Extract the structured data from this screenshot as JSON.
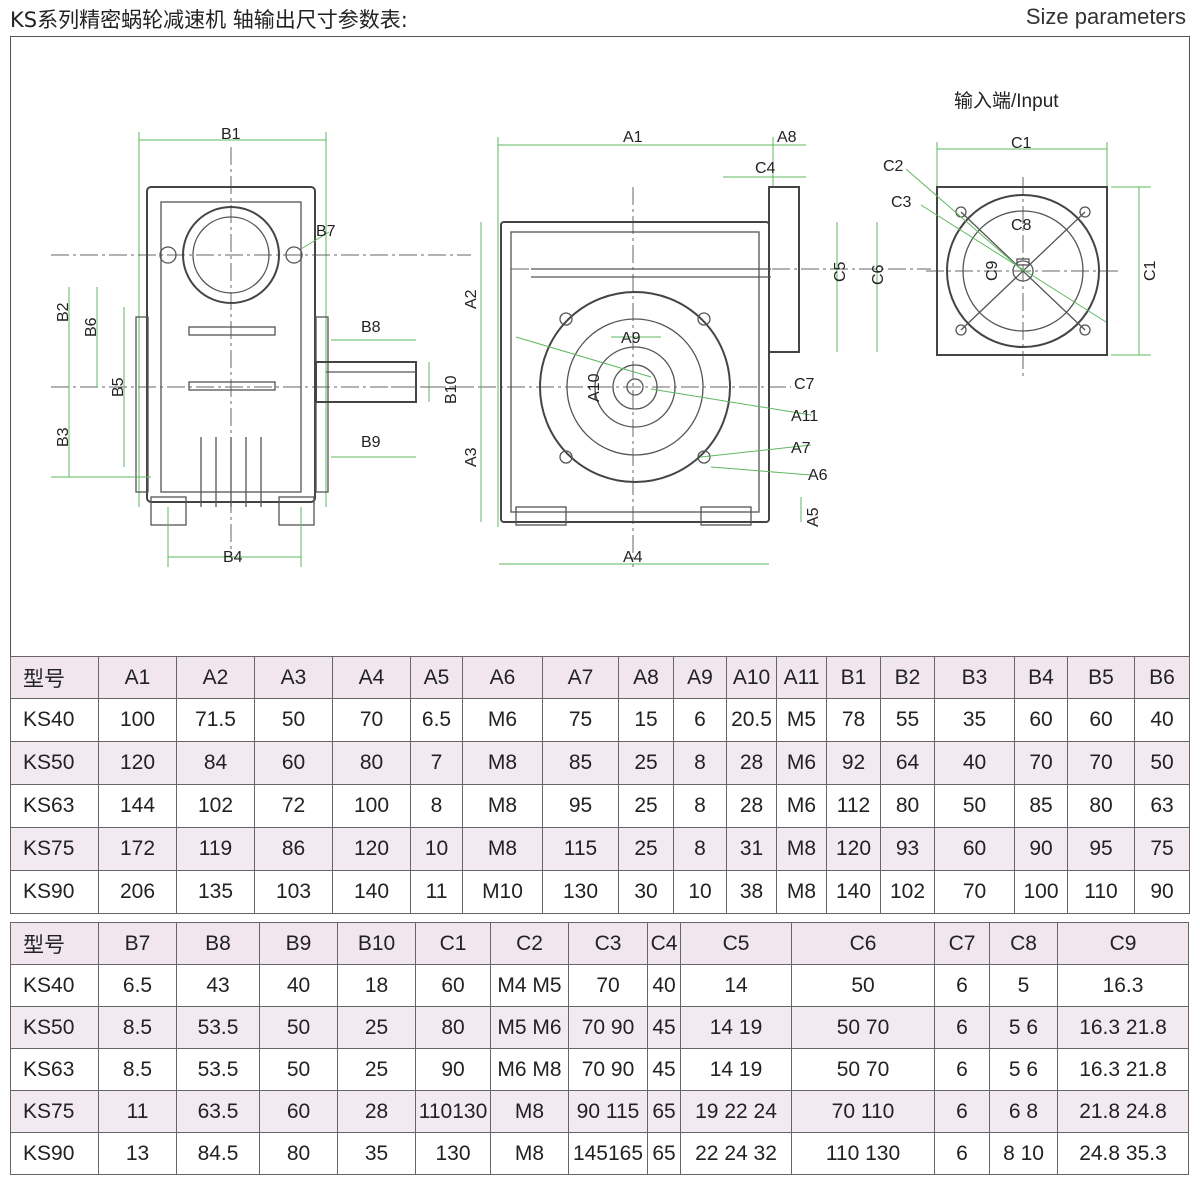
{
  "header": {
    "title_cn": "KS系列精密蜗轮减速机 轴输出尺寸参数表:",
    "title_en": "Size parameters"
  },
  "drawing": {
    "input_label": "输入端/Input",
    "labels": {
      "A1": "A1",
      "A2": "A2",
      "A3": "A3",
      "A4": "A4",
      "A5": "A5",
      "A6": "A6",
      "A7": "A7",
      "A8": "A8",
      "A9": "A9",
      "A10": "A10",
      "A11": "A11",
      "B1": "B1",
      "B2": "B2",
      "B3": "B3",
      "B4": "B4",
      "B5": "B5",
      "B6": "B6",
      "B7": "B7",
      "B8": "B8",
      "B9": "B9",
      "B10": "B10",
      "C1": "C1",
      "C1b": "C1",
      "C2": "C2",
      "C3": "C3",
      "C4": "C4",
      "C5": "C5",
      "C6": "C6",
      "C7": "C7",
      "C8": "C8",
      "C9": "C9"
    }
  },
  "table1": {
    "headers": [
      "型号",
      "A1",
      "A2",
      "A3",
      "A4",
      "A5",
      "A6",
      "A7",
      "A8",
      "A9",
      "A10",
      "A11",
      "B1",
      "B2",
      "B3",
      "B4",
      "B5",
      "B6"
    ],
    "rows": [
      [
        "KS40",
        "100",
        "71.5",
        "50",
        "70",
        "6.5",
        "M6",
        "75",
        "15",
        "6",
        "20.5",
        "M5",
        "78",
        "55",
        "35",
        "60",
        "60",
        "40"
      ],
      [
        "KS50",
        "120",
        "84",
        "60",
        "80",
        "7",
        "M8",
        "85",
        "25",
        "8",
        "28",
        "M6",
        "92",
        "64",
        "40",
        "70",
        "70",
        "50"
      ],
      [
        "KS63",
        "144",
        "102",
        "72",
        "100",
        "8",
        "M8",
        "95",
        "25",
        "8",
        "28",
        "M6",
        "112",
        "80",
        "50",
        "85",
        "80",
        "63"
      ],
      [
        "KS75",
        "172",
        "119",
        "86",
        "120",
        "10",
        "M8",
        "115",
        "25",
        "8",
        "31",
        "M8",
        "120",
        "93",
        "60",
        "90",
        "95",
        "75"
      ],
      [
        "KS90",
        "206",
        "135",
        "103",
        "140",
        "11",
        "M10",
        "130",
        "30",
        "10",
        "38",
        "M8",
        "140",
        "102",
        "70",
        "100",
        "110",
        "90"
      ]
    ]
  },
  "table2": {
    "headers": [
      "型号",
      "B7",
      "B8",
      "B9",
      "B10",
      "C1",
      "C2",
      "C3",
      "C4",
      "C5",
      "C6",
      "C7",
      "C8",
      "C9"
    ],
    "rows": [
      [
        "KS40",
        "6.5",
        "43",
        "40",
        "18",
        "60",
        "M4 M5",
        "70",
        "40",
        "14",
        "50",
        "6",
        "5",
        "16.3"
      ],
      [
        "KS50",
        "8.5",
        "53.5",
        "50",
        "25",
        "80",
        "M5 M6",
        "70  90",
        "45",
        "14  19",
        "50  70",
        "6",
        "5  6",
        "16.3 21.8"
      ],
      [
        "KS63",
        "8.5",
        "53.5",
        "50",
        "25",
        "90",
        "M6 M8",
        "70  90",
        "45",
        "14  19",
        "50  70",
        "6",
        "5  6",
        "16.3 21.8"
      ],
      [
        "KS75",
        "11",
        "63.5",
        "60",
        "28",
        "110130",
        "M8",
        "90 115",
        "65",
        "19  22  24",
        "70   110",
        "6",
        "6  8",
        "21.8 24.8"
      ],
      [
        "KS90",
        "13",
        "84.5",
        "80",
        "35",
        "130",
        "M8",
        "145165",
        "65",
        "22  24  32",
        "110  130",
        "6",
        "8  10",
        "24.8 35.3"
      ]
    ]
  }
}
